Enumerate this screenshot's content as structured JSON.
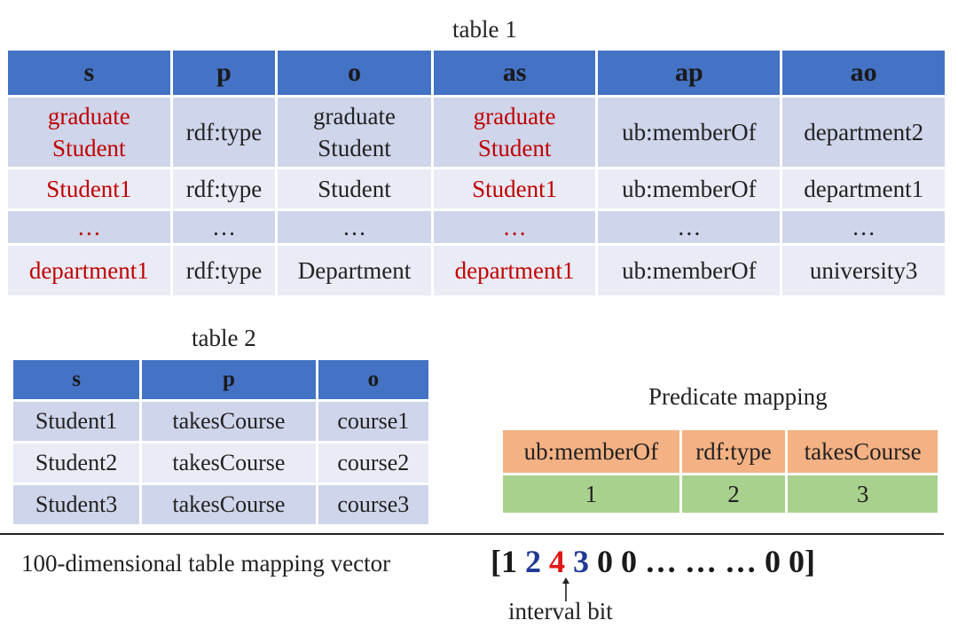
{
  "table1": {
    "caption": "table 1",
    "headers": [
      "s",
      "p",
      "o",
      "as",
      "ap",
      "ao"
    ],
    "rows": [
      [
        [
          "graduate",
          "Student"
        ],
        [
          "rdf:type"
        ],
        [
          "graduate",
          "Student"
        ],
        [
          "graduate",
          "Student"
        ],
        [
          "ub:memberOf"
        ],
        [
          "department2"
        ]
      ],
      [
        [
          "Student1"
        ],
        [
          "rdf:type"
        ],
        [
          "Student"
        ],
        [
          "Student1"
        ],
        [
          "ub:memberOf"
        ],
        [
          "department1"
        ]
      ],
      [
        [
          "…"
        ],
        [
          "…"
        ],
        [
          "…"
        ],
        [
          "…"
        ],
        [
          "…"
        ],
        [
          "…"
        ]
      ],
      [
        [
          "department1"
        ],
        [
          "rdf:type"
        ],
        [
          "Department"
        ],
        [
          "department1"
        ],
        [
          "ub:memberOf"
        ],
        [
          "university3"
        ]
      ]
    ],
    "highlight_columns": [
      0,
      3
    ],
    "highlight_color": "#c00000",
    "header_color": "#4472c4"
  },
  "table2": {
    "caption": "table 2",
    "headers": [
      "s",
      "p",
      "o"
    ],
    "rows": [
      [
        "Student1",
        "takesCourse",
        "course1"
      ],
      [
        "Student2",
        "takesCourse",
        "course2"
      ],
      [
        "Student3",
        "takesCourse",
        "course3"
      ]
    ]
  },
  "predicate_mapping": {
    "title": "Predicate mapping",
    "predicates": [
      "ub:memberOf",
      "rdf:type",
      "takesCourse"
    ],
    "ids": [
      "1",
      "2",
      "3"
    ],
    "header_color": "#f4b183",
    "value_color": "#a9d18e"
  },
  "vector": {
    "label": "100-dimensional table mapping vector",
    "open": "[",
    "b1": "1",
    "b2": "2",
    "b3": "4",
    "b4": "3",
    "rest": "0 0 … … … 0 0",
    "close": "]",
    "interval_label": "interval bit",
    "interval_color": "#e01515"
  }
}
